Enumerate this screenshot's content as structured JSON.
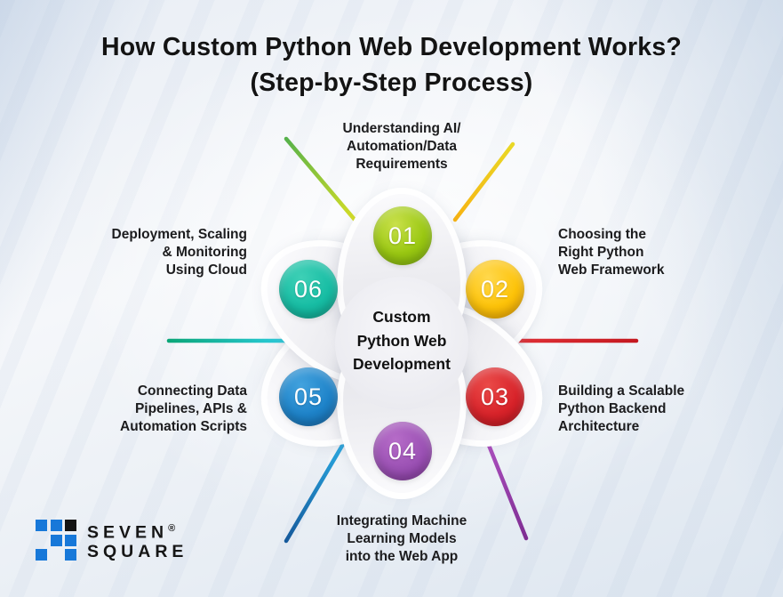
{
  "title": {
    "line1": "How Custom Python Web Development Works?",
    "line2": "(Step-by-Step Process)"
  },
  "center_label": "Custom\nPython Web\nDevelopment",
  "steps": [
    {
      "number": "01",
      "label": "Understanding AI/\nAutomation/Data\nRequirements",
      "circle_color": "#9ac812",
      "line_color_start": "#56b14a",
      "line_color_end": "#d8df25"
    },
    {
      "number": "02",
      "label": "Choosing the\nRight Python\nWeb Framework",
      "circle_color": "#fdc309",
      "line_color_start": "#e9d826",
      "line_color_end": "#f7b312"
    },
    {
      "number": "03",
      "label": "Building a Scalable\nPython Backend\nArchitecture",
      "circle_color": "#d8232a",
      "line_color_start": "#e23238",
      "line_color_end": "#c4181f"
    },
    {
      "number": "04",
      "label": "Integrating Machine\nLearning Models\ninto the Web App",
      "circle_color": "#9b51b4",
      "line_color_start": "#b052c2",
      "line_color_end": "#7e2d92"
    },
    {
      "number": "05",
      "label": "Connecting Data\nPipelines, APIs &\nAutomation Scripts",
      "circle_color": "#1e83c9",
      "line_color_start": "#2cb0e8",
      "line_color_end": "#15599b"
    },
    {
      "number": "06",
      "label": "Deployment, Scaling\n& Monitoring\nUsing Cloud",
      "circle_color": "#17bda4",
      "line_color_start": "#0ba678",
      "line_color_end": "#2ed1e9"
    }
  ],
  "logo": {
    "line1": "SEVEN",
    "registered": "®",
    "line2": "SQUARE",
    "brand_blue": "#1778d9",
    "brand_black": "#141414"
  }
}
